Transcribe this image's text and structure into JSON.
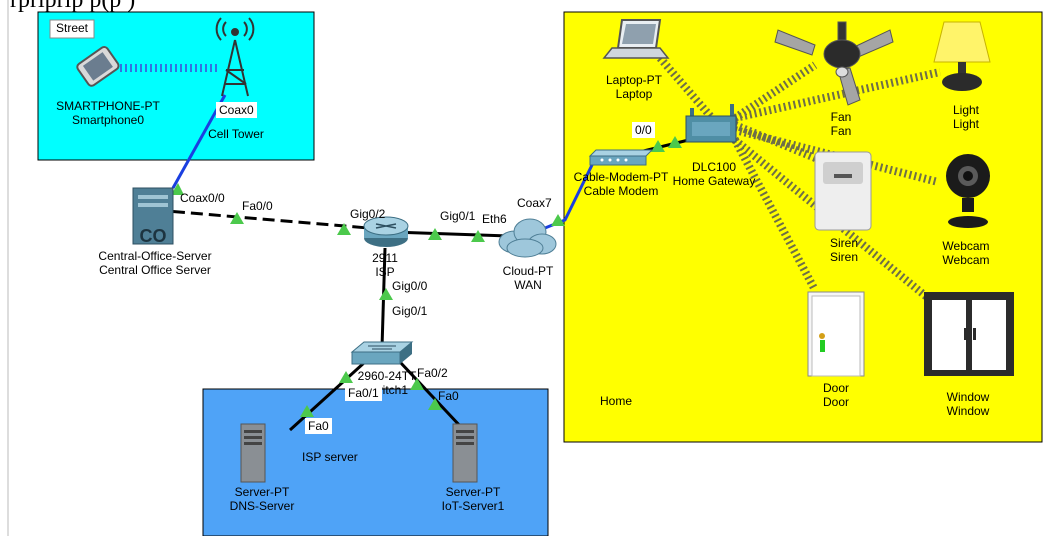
{
  "top_text": "rpriprip                                                              p(p   )",
  "areas": {
    "street": "Street",
    "home": "Home",
    "isp_server": "ISP server"
  },
  "devices": {
    "smartphone": [
      "SMARTPHONE-PT",
      "Smartphone0"
    ],
    "cell_tower": [
      "Cell Tower"
    ],
    "central_office": [
      "Central-Office-Server",
      "Central Office Server"
    ],
    "isp_router": [
      "2911",
      "ISP"
    ],
    "switch": [
      "2960-24TT",
      "Switch1"
    ],
    "dns_server": [
      "Server-PT",
      "DNS-Server"
    ],
    "iot_server": [
      "Server-PT",
      "IoT-Server1"
    ],
    "cloud": [
      "Cloud-PT",
      "WAN"
    ],
    "cable_modem": [
      "Cable-Modem-PT",
      "Cable Modem"
    ],
    "home_gateway": [
      "DLC100",
      "Home Gateway"
    ],
    "laptop": [
      "Laptop-PT",
      "Laptop"
    ],
    "fan": [
      "Fan",
      "Fan"
    ],
    "light": [
      "Light",
      "Light"
    ],
    "siren": [
      "Siren",
      "Siren"
    ],
    "webcam": [
      "Webcam",
      "Webcam"
    ],
    "door": [
      "Door",
      "Door"
    ],
    "window": [
      "Window",
      "Window"
    ]
  },
  "ports": {
    "coax0": "Coax0",
    "coax0_0": "Coax0/0",
    "fa0_0": "Fa0/0",
    "gig0_2": "Gig0/2",
    "gig0_1_router": "Gig0/1",
    "eth6": "Eth6",
    "coax7": "Coax7",
    "gig0_0": "Gig0/0",
    "gig0_1_switch": "Gig0/1",
    "fa0_1": "Fa0/1",
    "fa0_2": "Fa0/2",
    "fa0_dns": "Fa0",
    "fa0_iot": "Fa0",
    "zero_zero": "0/0"
  },
  "colors": {
    "street_bg": "#00FFFF",
    "home_bg": "#FFFF00",
    "isp_bg": "#4FA3F7",
    "link_up": "#4CC94C",
    "coax": "#1A3FE0"
  }
}
